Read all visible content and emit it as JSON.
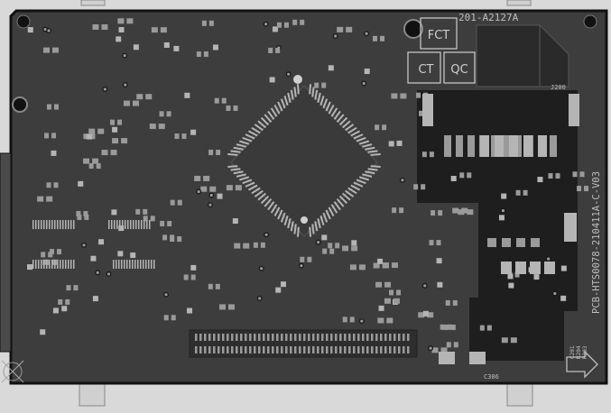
{
  "board": {
    "board_id": "201-A2127A",
    "part_number": "PCB-HTS0078-210411A-C-V03",
    "connector_ref": "J200",
    "inspection_marks": [
      "FCT",
      "CT",
      "QC"
    ],
    "bottom_refs": [
      "C306"
    ],
    "corner_refs": [
      "C201",
      "R204",
      "R203"
    ],
    "colors": {
      "board": "#3d3d3d",
      "outline": "#111111",
      "pad": "#9a9a9a",
      "pad_light": "#b5b5b5",
      "silkscreen": "#bfbfbf",
      "copper_area": "#1e1e1e",
      "page_background": "#d9d9d9"
    }
  }
}
